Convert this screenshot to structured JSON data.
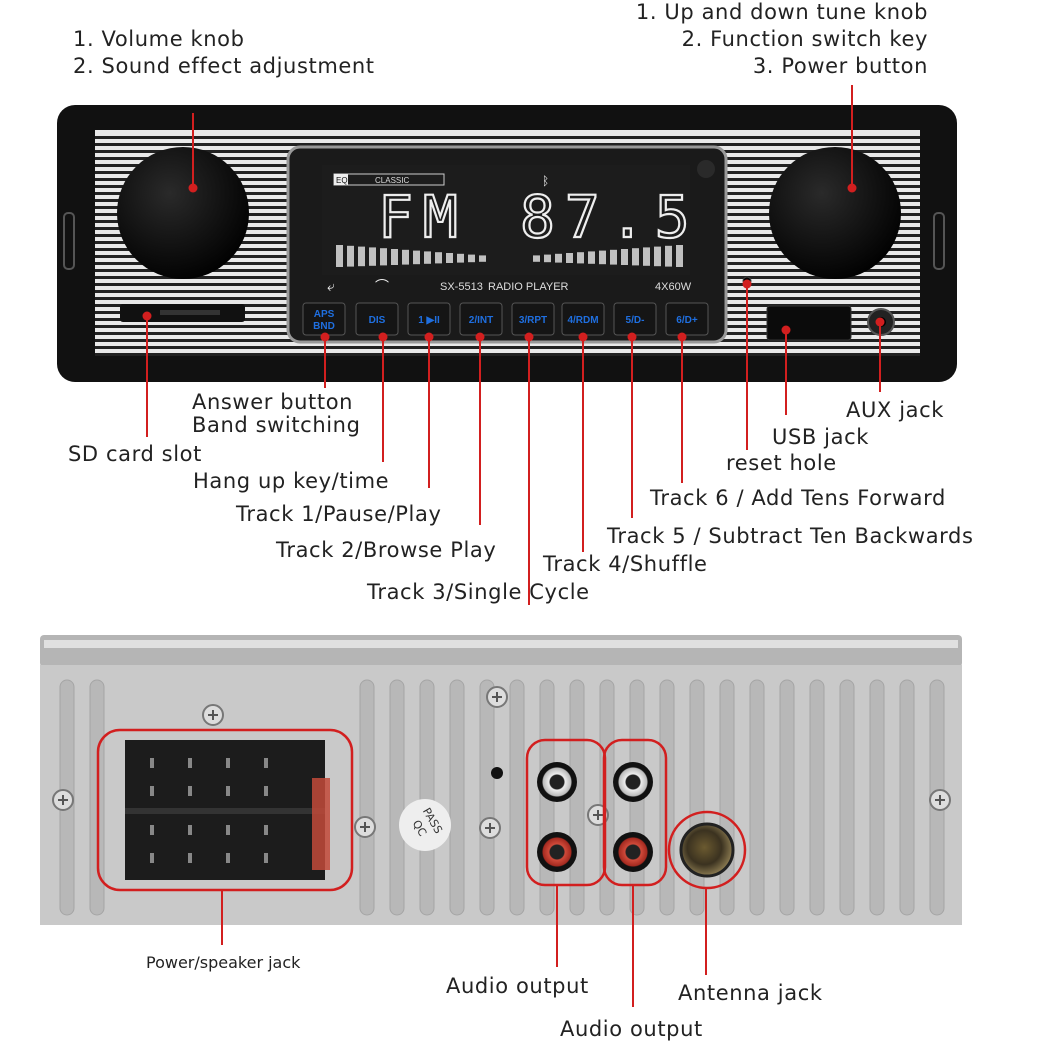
{
  "colors": {
    "callout": "#d21f1f",
    "button_text": "#1f6fe0",
    "body": "#111111",
    "panel": "#e8e8e8",
    "rear": "#c9c9c9"
  },
  "front_panel": {
    "display": {
      "eq_label": "EQ",
      "eq_mode": "CLASSIC",
      "band": "FM",
      "frequency": "87.5",
      "model": "SX-5513",
      "title": "RADIO PLAYER",
      "power": "4X60W",
      "bluetooth_icon": "bluetooth-icon",
      "answer_icon": "phone-answer-icon",
      "hangup_icon": "phone-hangup-icon"
    },
    "buttons": [
      {
        "top": "APS",
        "bottom": "BND"
      },
      {
        "top": "DIS"
      },
      {
        "top": "1 ▶II"
      },
      {
        "top": "2/INT"
      },
      {
        "top": "3/RPT"
      },
      {
        "top": "4/RDM"
      },
      {
        "top": "5/D-"
      },
      {
        "top": "6/D+"
      }
    ]
  },
  "callouts_front": {
    "left_knob": [
      "1. Volume knob",
      "2. Sound effect adjustment"
    ],
    "right_knob": [
      "1. Up and down tune knob",
      "2. Function switch key",
      "3. Power button"
    ],
    "answer_button": "Answer button",
    "band_switching": "Band switching",
    "sd_card_slot": "SD card slot",
    "hang_up": "Hang up key/time",
    "track1": "Track 1/Pause/Play",
    "track2": "Track 2/Browse Play",
    "track3": "Track 3/Single Cycle",
    "track4": "Track 4/Shuffle",
    "track5": "Track 5 / Subtract Ten Backwards",
    "track6": "Track 6 / Add Tens Forward",
    "reset_hole": "reset hole",
    "usb_jack": "USB jack",
    "aux_jack": "AUX jack"
  },
  "rear_panel": {
    "qc_sticker": [
      "PASS",
      "QC"
    ]
  },
  "callouts_rear": {
    "power_speaker_jack": "Power/speaker jack",
    "audio_output_1": "Audio output",
    "audio_output_2": "Audio output",
    "antenna_jack": "Antenna jack"
  }
}
